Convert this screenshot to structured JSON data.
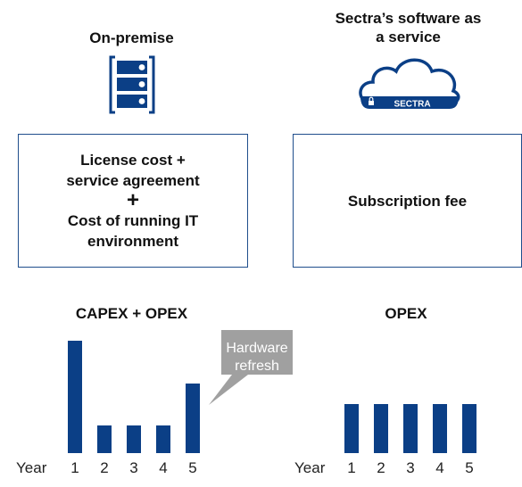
{
  "left": {
    "title": "On-premise",
    "box_line1": "License cost +",
    "box_line2": "service agreement",
    "box_plus": "+",
    "box_line3": "Cost of running IT",
    "box_line4": "environment"
  },
  "right": {
    "title_line1": "Sectra’s software as",
    "title_line2": "a service",
    "cloud_logo_text": "SECTRA",
    "box_text": "Subscription fee"
  },
  "colors": {
    "brand_blue": "#0b3f86",
    "callout_gray": "#a0a0a0"
  },
  "icons": {
    "left": "server-rack-icon",
    "right": "cloud-icon"
  },
  "callout": {
    "line1": "Hardware",
    "line2": "refresh"
  },
  "chart_data": [
    {
      "type": "bar",
      "title": "CAPEX + OPEX",
      "xlabel": "Year",
      "categories": [
        "1",
        "2",
        "3",
        "4",
        "5"
      ],
      "values": [
        100,
        25,
        25,
        25,
        62
      ],
      "ylim": [
        0,
        100
      ],
      "annotation": "Hardware refresh"
    },
    {
      "type": "bar",
      "title": "OPEX",
      "xlabel": "Year",
      "categories": [
        "1",
        "2",
        "3",
        "4",
        "5"
      ],
      "values": [
        44,
        44,
        44,
        44,
        44
      ],
      "ylim": [
        0,
        100
      ]
    }
  ]
}
